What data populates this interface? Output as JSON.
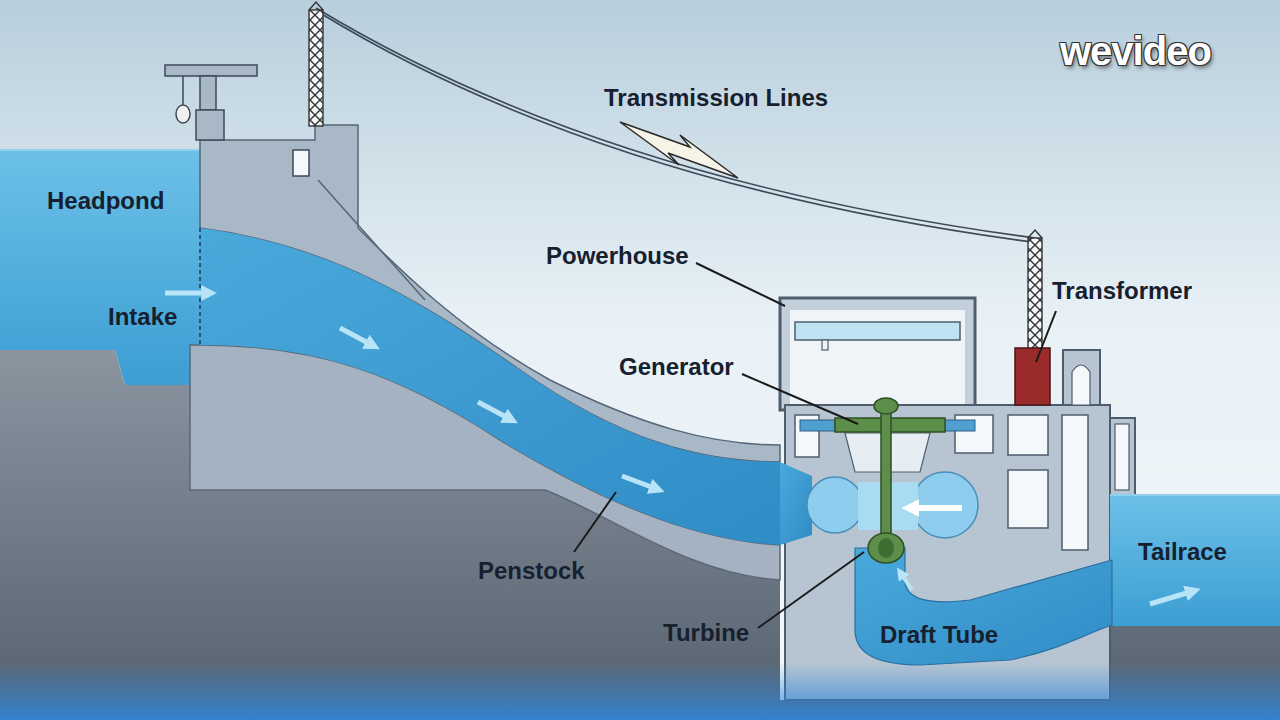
{
  "diagram": {
    "labels": [
      "wevideo",
      "Transmission Lines",
      "Headpond",
      "Powerhouse",
      "Transformer",
      "Intake",
      "Generator",
      "Tailrace",
      "Penstock",
      "Turbine",
      "Draft Tube"
    ]
  }
}
